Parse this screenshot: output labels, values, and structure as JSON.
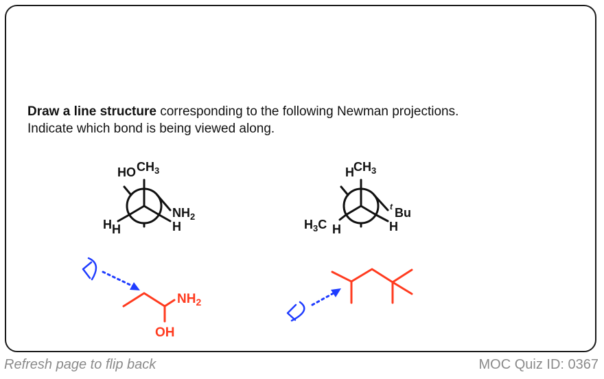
{
  "question": {
    "bold": "Draw a line structure",
    "rest": " corresponding to the following Newman projections. Indicate which bond is being viewed along."
  },
  "newman1": {
    "front_top": "HO",
    "back_top": "CH",
    "back_top_sub": "3",
    "right_top": "NH",
    "right_top_sub": "2",
    "right_bottom": "H",
    "left_h1": "H",
    "left_h2": "H"
  },
  "newman2": {
    "top_h": "H",
    "top_ch3": "CH",
    "top_ch3_sub": "3",
    "left_h3c": "H",
    "left_h3c_sub": "3",
    "left_c": "C",
    "left_h": "H",
    "right_t": "t",
    "right_bu": "Bu",
    "right_h": "H"
  },
  "answer1": {
    "nh2": "NH",
    "nh2_sub": "2",
    "oh": "OH"
  },
  "colors": {
    "answer": "#ff3b1f",
    "eye": "#1f3cff",
    "text": "#111111",
    "footer": "#8a8a8a"
  },
  "footer": {
    "left": "Refresh page to flip back",
    "right": "MOC Quiz ID: 0367"
  }
}
